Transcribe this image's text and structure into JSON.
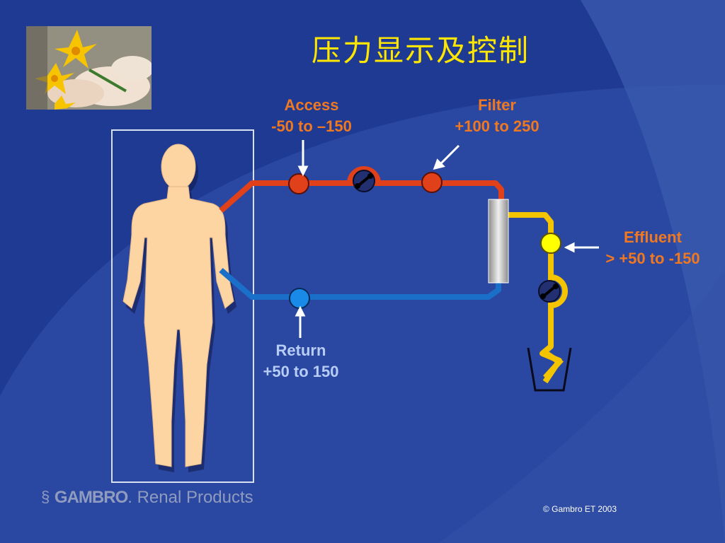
{
  "slide": {
    "title": "压力显示及控制",
    "labels": {
      "access": {
        "name": "Access",
        "range": "-50 to –150"
      },
      "filter": {
        "name": "Filter",
        "range": "+100 to 250"
      },
      "effluent": {
        "name": "Effluent",
        "range": "> +50 to -150"
      },
      "return": {
        "name": "Return",
        "range": "+50 to 150"
      }
    },
    "logo": {
      "brand": "GAMBRO",
      "sub": ". Renal Products"
    },
    "copyright": "© Gambro ET 2003"
  },
  "colors": {
    "background": "#1f3a93",
    "title": "#ffe600",
    "access_line": "#e0401a",
    "return_line": "#1a6fc8",
    "effluent_line": "#f5c400",
    "body_skin": "#fcd5a3",
    "label_orange": "#f07820",
    "label_blue": "#b8cdf5"
  },
  "icons": [
    "patient-figure-icon",
    "pump-icon",
    "filter-cartridge-icon",
    "waste-bag-icon",
    "flower-photo"
  ]
}
